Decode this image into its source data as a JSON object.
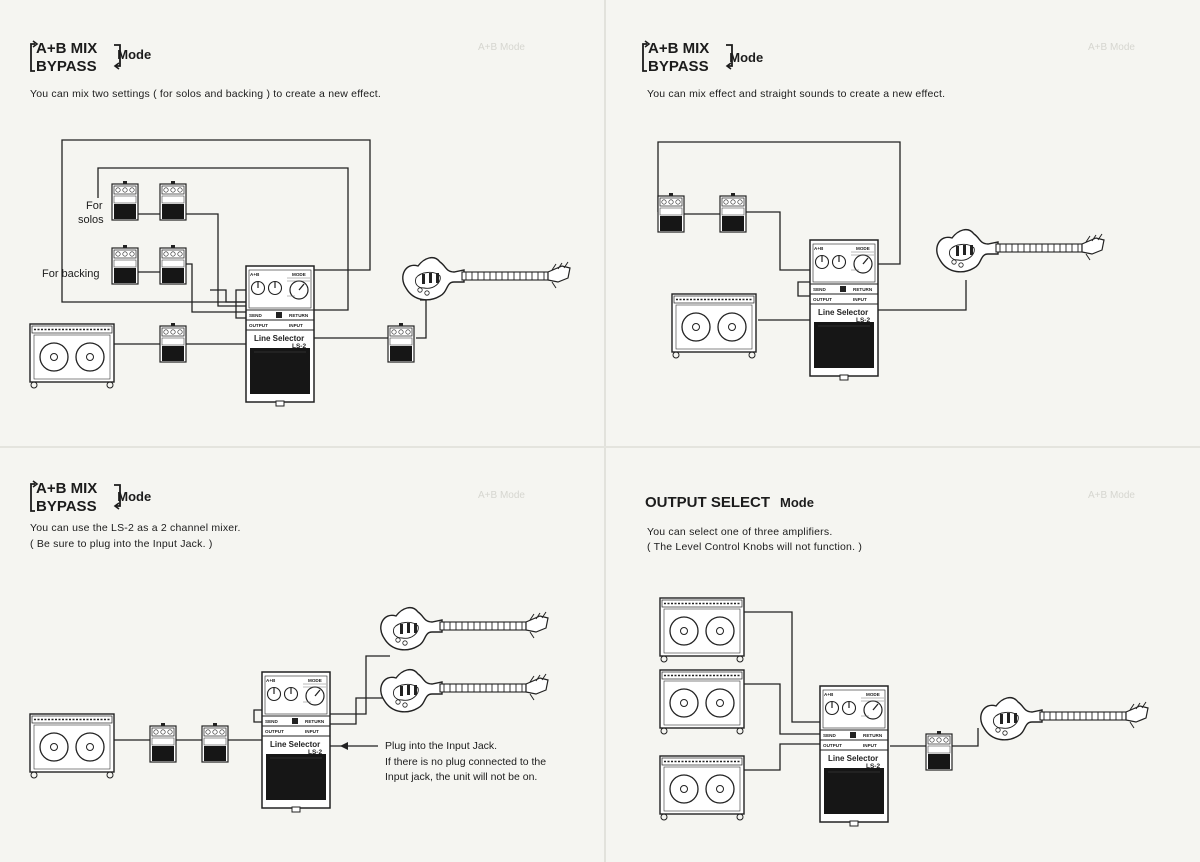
{
  "panels": {
    "top_left": {
      "title_line1": "A+B MIX",
      "title_line2": "BYPASS",
      "mode_word": "Mode",
      "description": "You can mix two settings ( for solos and backing ) to create a new effect.",
      "label_for_solos_1": "For",
      "label_for_solos_2": "solos",
      "label_for_backing": "For backing"
    },
    "top_right": {
      "title_line1": "A+B MIX",
      "title_line2": "BYPASS",
      "mode_word": "Mode",
      "description": "You can mix effect and straight sounds to create a new effect."
    },
    "bottom_left": {
      "title_line1": "A+B MIX",
      "title_line2": "BYPASS",
      "mode_word": "Mode",
      "description_line1": "You can use the LS-2 as a 2 channel mixer.",
      "description_line2": "( Be sure to plug into the Input Jack. )",
      "note_line1": "Plug into the Input Jack.",
      "note_line2": "If there is no plug connected to the",
      "note_line3": "Input jack, the unit will not be on."
    },
    "bottom_right": {
      "title": "OUTPUT SELECT",
      "mode_word": "Mode",
      "description_line1": "You can select one of three amplifiers.",
      "description_line2": "( The Level Control Knobs will not function. )"
    }
  },
  "ls2": {
    "name": "Line Selector",
    "model": "LS-2",
    "send": "SEND",
    "return": "RETURN",
    "output": "OUTPUT",
    "input": "INPUT",
    "ab": "A+B",
    "level": "LEVEL",
    "mode": "MODE"
  },
  "ghost": {
    "mode_title": "A+B Mode"
  }
}
